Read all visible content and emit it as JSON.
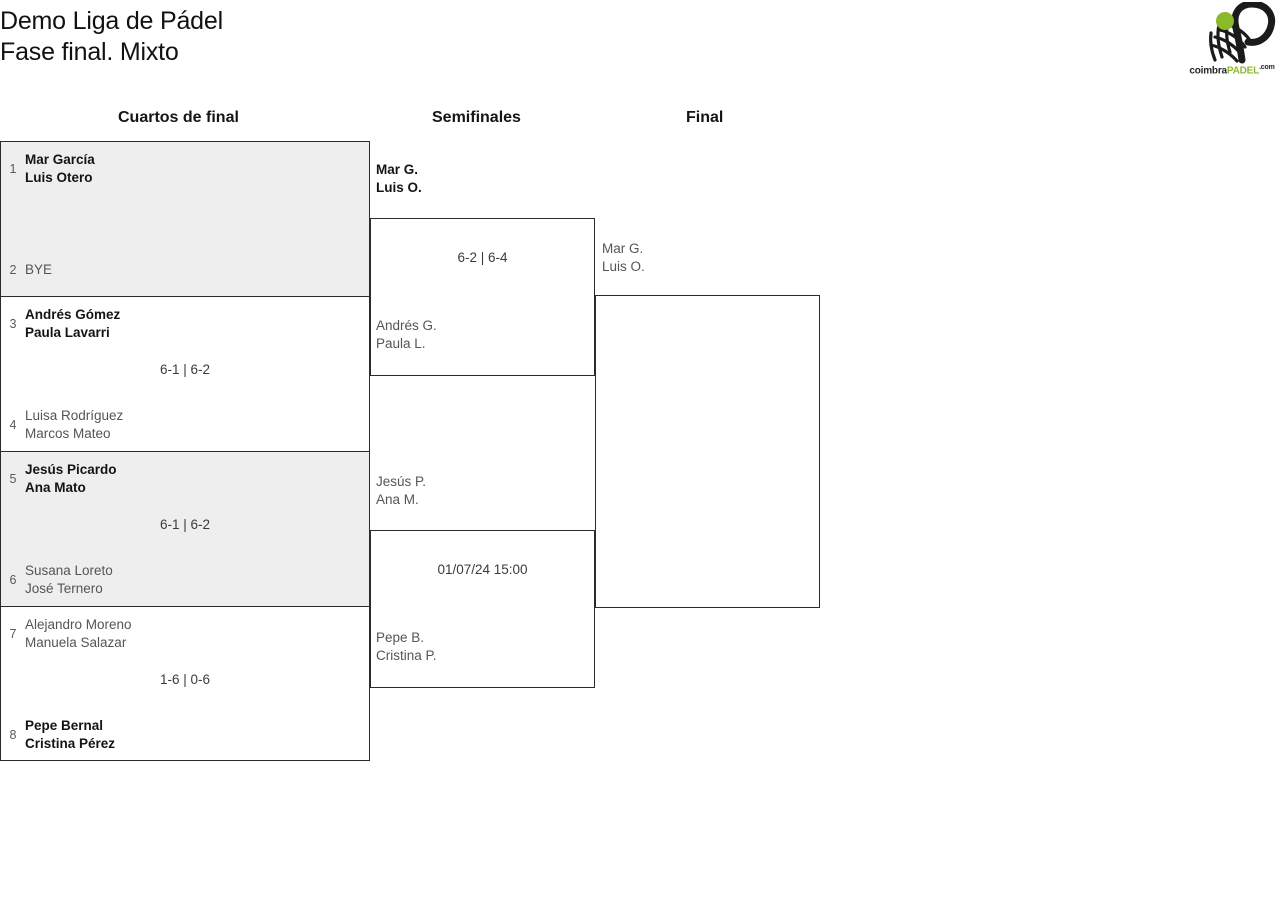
{
  "header": {
    "title_line1": "Demo Liga de Pádel",
    "title_line2": "Fase final. Mixto"
  },
  "logo": {
    "name": "coimbrapadel-logo",
    "text_coimbra": "coimbra",
    "text_padel": "PADEL",
    "text_com": ".com",
    "ball_color": "#8cb82b",
    "racket_color": "#1b1b1b"
  },
  "rounds": [
    {
      "id": "quarterfinals",
      "label": "Cuartos de final"
    },
    {
      "id": "semifinals",
      "label": "Semifinales"
    },
    {
      "id": "final",
      "label": "Final"
    }
  ],
  "quarterfinals": [
    {
      "shaded": true,
      "score": "",
      "top": {
        "seed": "1",
        "line1": "Mar García",
        "line2": "Luis Otero",
        "winner": true
      },
      "bottom": {
        "seed": "2",
        "line1": "BYE",
        "line2": "",
        "winner": false
      }
    },
    {
      "shaded": false,
      "score": "6-1 | 6-2",
      "top": {
        "seed": "3",
        "line1": "Andrés Gómez",
        "line2": "Paula Lavarri",
        "winner": true
      },
      "bottom": {
        "seed": "4",
        "line1": "Luisa Rodríguez",
        "line2": "Marcos Mateo",
        "winner": false
      }
    },
    {
      "shaded": true,
      "score": "6-1 | 6-2",
      "top": {
        "seed": "5",
        "line1": "Jesús Picardo",
        "line2": "Ana Mato",
        "winner": true
      },
      "bottom": {
        "seed": "6",
        "line1": "Susana Loreto",
        "line2": "José Ternero",
        "winner": false
      }
    },
    {
      "shaded": false,
      "score": "1-6 | 0-6",
      "top": {
        "seed": "7",
        "line1": "Alejandro Moreno",
        "line2": "Manuela Salazar",
        "winner": false
      },
      "bottom": {
        "seed": "8",
        "line1": "Pepe Bernal",
        "line2": "Cristina Pérez",
        "winner": true
      }
    }
  ],
  "semifinals": [
    {
      "center_text": "6-2 | 6-4",
      "top": {
        "line1": "Mar G.",
        "line2": "Luis O.",
        "winner": true
      },
      "bottom": {
        "line1": "Andrés G.",
        "line2": "Paula L.",
        "winner": false
      }
    },
    {
      "center_text": "01/07/24 15:00",
      "top": {
        "line1": "Jesús P.",
        "line2": "Ana M.",
        "winner": false
      },
      "bottom": {
        "line1": "Pepe B.",
        "line2": "Cristina P.",
        "winner": false
      }
    }
  ],
  "final": {
    "center_text": "",
    "top": {
      "line1": "Mar G.",
      "line2": "Luis O.",
      "winner": false
    },
    "bottom": {
      "line1": "",
      "line2": "",
      "winner": false
    }
  }
}
